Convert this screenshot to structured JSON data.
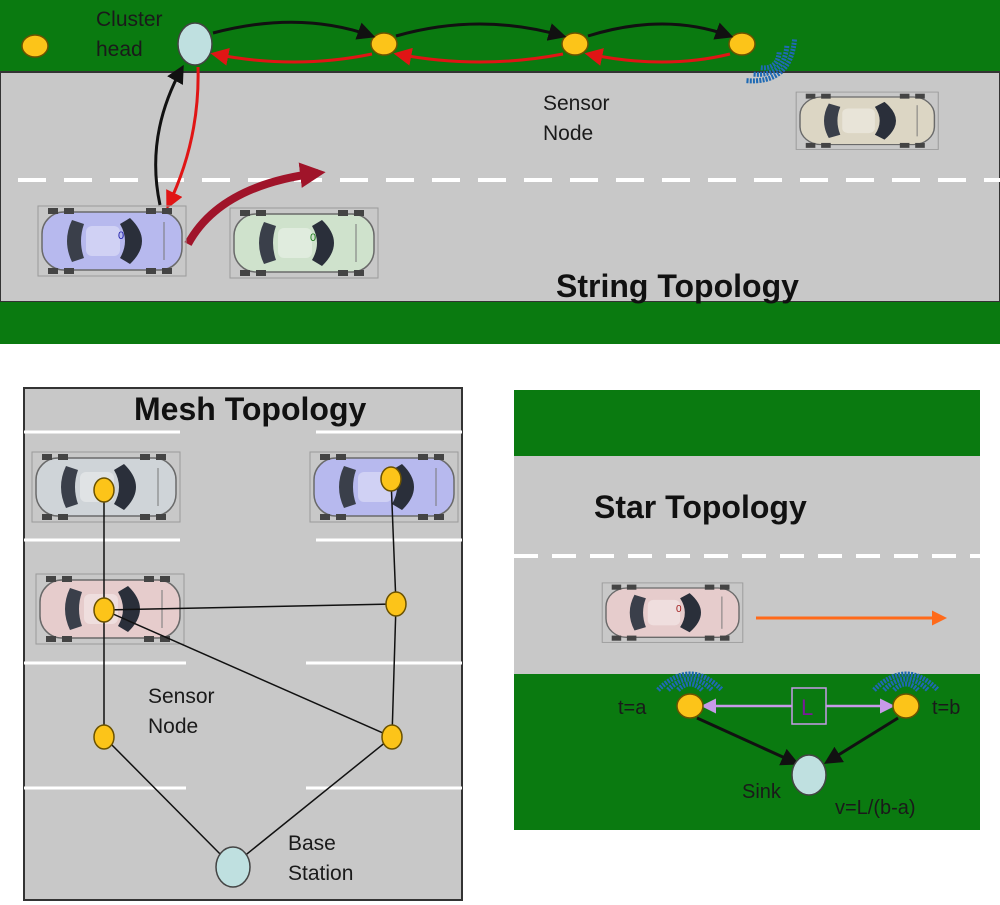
{
  "colors": {
    "grass": "#0a7a10",
    "road": "#c8c8c8",
    "node": "#fcc419",
    "node_stroke": "#6b5200",
    "sink": "#bfe0e0",
    "arrow_forward": "#111111",
    "arrow_return": "#e01515",
    "lane_change_arrow": "#a0142a",
    "motion_arrow": "#ff6a1a",
    "signal_waves": "#1e6ab4",
    "distance_arrow": "#c79ae8",
    "car_blue": "#b7b9ee",
    "car_green": "#cfe2cc",
    "car_grey": "#cfd4d8",
    "car_pink": "#e6cccc",
    "car_tan": "#dcd6c4"
  },
  "string_topology": {
    "title": "String Topology",
    "cluster_head_label_line1": "Cluster",
    "cluster_head_label_line2": "head",
    "sensor_node_label_line1": "Sensor",
    "sensor_node_label_line2": "Node"
  },
  "mesh_topology": {
    "title": "Mesh Topology",
    "sensor_node_label_line1": "Sensor",
    "sensor_node_label_line2": "Node",
    "base_station_label_line1": "Base",
    "base_station_label_line2": "Station"
  },
  "star_topology": {
    "title": "Star Topology",
    "time_a_label": "t=a",
    "time_b_label": "t=b",
    "distance_label": "L",
    "sink_label": "Sink",
    "velocity_formula": "v=L/(b-a)"
  },
  "icons": [
    "car-icon",
    "sensor-node-icon",
    "cluster-head-icon",
    "base-station-icon",
    "sink-icon",
    "wireless-signal-icon"
  ]
}
